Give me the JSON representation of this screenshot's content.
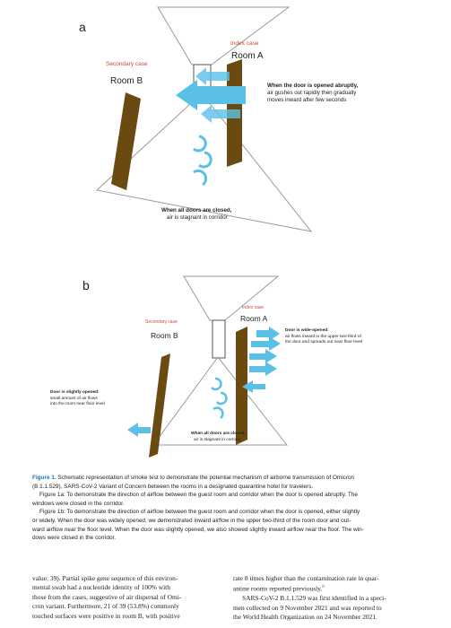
{
  "figure": {
    "panel_a": {
      "letter": "a",
      "index_case": "Index case",
      "room_a": "Room A",
      "secondary_case": "Secondary case",
      "room_b": "Room B",
      "note_door_title": "When the door is opened abruptly,",
      "note_door_line1": "air gushes out rapidly then gradually",
      "note_door_line2": "moves inward after few seconds",
      "note_closed_title": "When all doors are closed,",
      "note_closed_line1": "air is stagnant in corridor"
    },
    "panel_b": {
      "letter": "b",
      "index_case": "Index case",
      "room_a": "Room A",
      "secondary_case": "Secondary case",
      "room_b": "Room B",
      "note_wide_title": "Door is wide-opened:",
      "note_wide_line1": "air flows inward in the upper two-third of",
      "note_wide_line2": "the door and spreads out near floor level",
      "note_slight_title": "Door is slightly opened:",
      "note_slight_line1": "small amount of air flows",
      "note_slight_line2": "into the room near floor level",
      "note_closed_title": "When all doors are closed,",
      "note_closed_line1": "air is stagnant in corridor"
    },
    "colors": {
      "door": "#6b4a12",
      "arrow": "#5bc0e8",
      "corridor_outline": "#9a9a9a",
      "caption_lead": "#1f6fb5",
      "case_label": "#d0463a"
    }
  },
  "caption": {
    "lead": "Figure 1.",
    "line1": " Schematic representation of smoke test to demonstrate the potential mechanism of airborne transmission of Omicron",
    "line2": "(B.1.1.529), SARS-CoV-2 Variant of Concern between the rooms in a designated quarantine hotel for travelers.",
    "line3": "Figure 1a: To demonstrate the direction of airflow between the guest room and corridor when the door is opened abruptly. The",
    "line4": "windows were closed in the corridor.",
    "line5": "Figure 1b: To demonstrate the direction of airflow between the guest room and corridor when the door is opened, either slightly",
    "line6": "or widely. When the door was widely opened, we demonstrated inward airflow in the upper two-third of the room door and out-",
    "line7": "ward airflow near the floor level. When the door was slightly opened, we also showed slightly inward airflow near the floor. The win-",
    "line8": "dows were closed in the corridor."
  },
  "body": {
    "left": [
      "value: 39). Partial spike gene sequence of this environ-",
      "mental swab had a nucleotide identity of 100% with",
      "those from the cases, suggestive of air dispersal of Omi-",
      "cron variant. Furthermore, 21 of 39 (53.8%) commonly",
      "touched surfaces were positive in room B, with positive"
    ],
    "right": [
      "rate 8 times higher than the contamination rate in quar-",
      "antine rooms reported previously.",
      "SARS-CoV-2 B.1.1.529 was first identified in a speci-",
      "men collected on 9 November 2021 and was reported to",
      "the World Health Organization on 24 November 2021."
    ],
    "right_ref": "8"
  }
}
